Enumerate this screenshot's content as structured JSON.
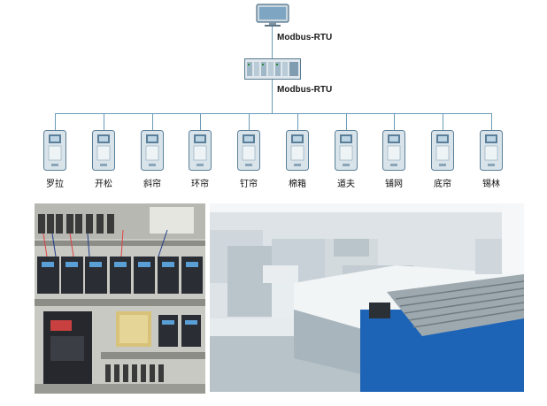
{
  "network": {
    "upper_protocol": "Modbus-RTU",
    "lower_protocol": "Modbus-RTU"
  },
  "drives": [
    {
      "label": "罗拉"
    },
    {
      "label": "开松"
    },
    {
      "label": "斜帘"
    },
    {
      "label": "环帘"
    },
    {
      "label": "钉帘"
    },
    {
      "label": "棉箱"
    },
    {
      "label": "道夫"
    },
    {
      "label": "铺网"
    },
    {
      "label": "底帘"
    },
    {
      "label": "锡林"
    }
  ],
  "colors": {
    "line": "#6a9bb8",
    "drive_body": "#d9e3ea",
    "drive_frame": "#5b7f99",
    "panel_bg": "#c9c9c4",
    "machine_blue": "#1d63b6"
  }
}
